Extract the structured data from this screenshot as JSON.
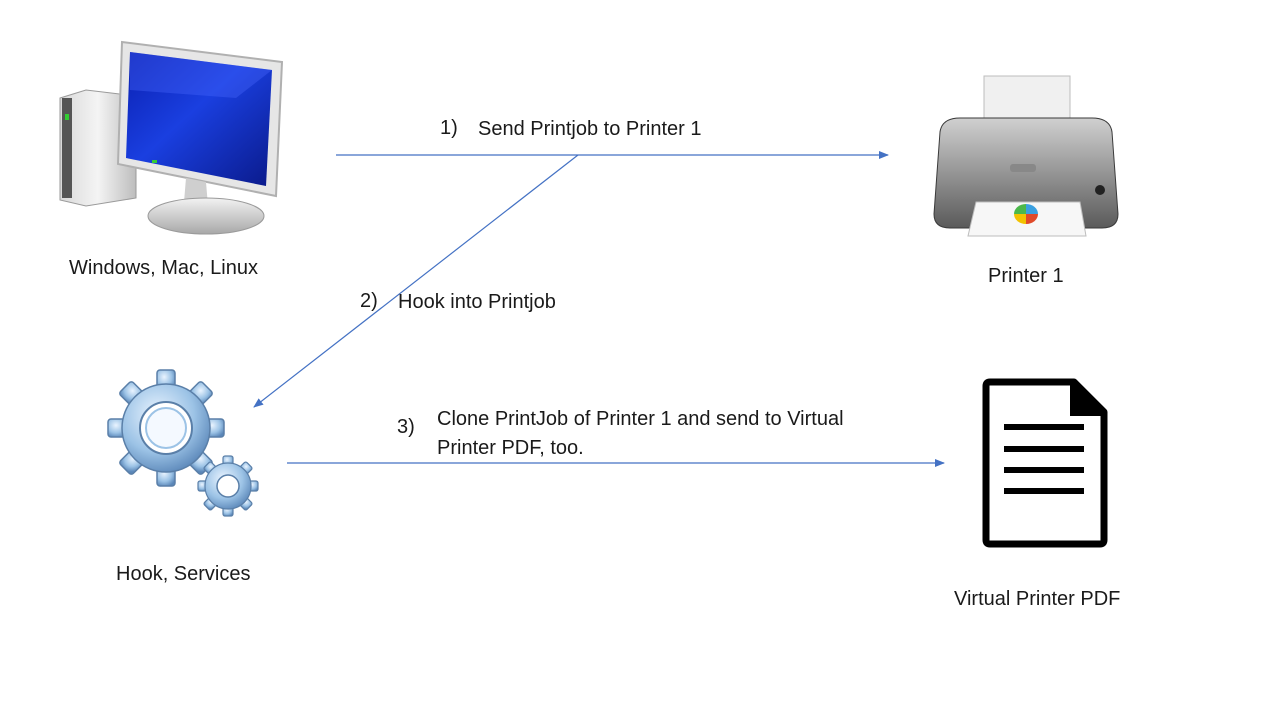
{
  "nodes": {
    "computer": {
      "label": "Windows, Mac, Linux",
      "icon": "desktop-computer-icon"
    },
    "printer": {
      "label": "Printer 1",
      "icon": "printer-icon"
    },
    "hook": {
      "label": "Hook, Services",
      "icon": "gears-icon"
    },
    "pdf": {
      "label": "Virtual Printer PDF",
      "icon": "document-icon"
    }
  },
  "steps": [
    {
      "number": "1)",
      "text_lines": [
        "Send Printjob to Printer 1"
      ]
    },
    {
      "number": "2)",
      "text_lines": [
        "Hook into Printjob"
      ]
    },
    {
      "number": "3)",
      "text_lines": [
        "Clone PrintJob of Printer 1 and send to Virtual",
        "Printer PDF, too."
      ]
    }
  ],
  "colors": {
    "arrow": "#4472C4",
    "screen": "#1133CC",
    "gear": "#9CC3E6",
    "document": "#000000"
  }
}
